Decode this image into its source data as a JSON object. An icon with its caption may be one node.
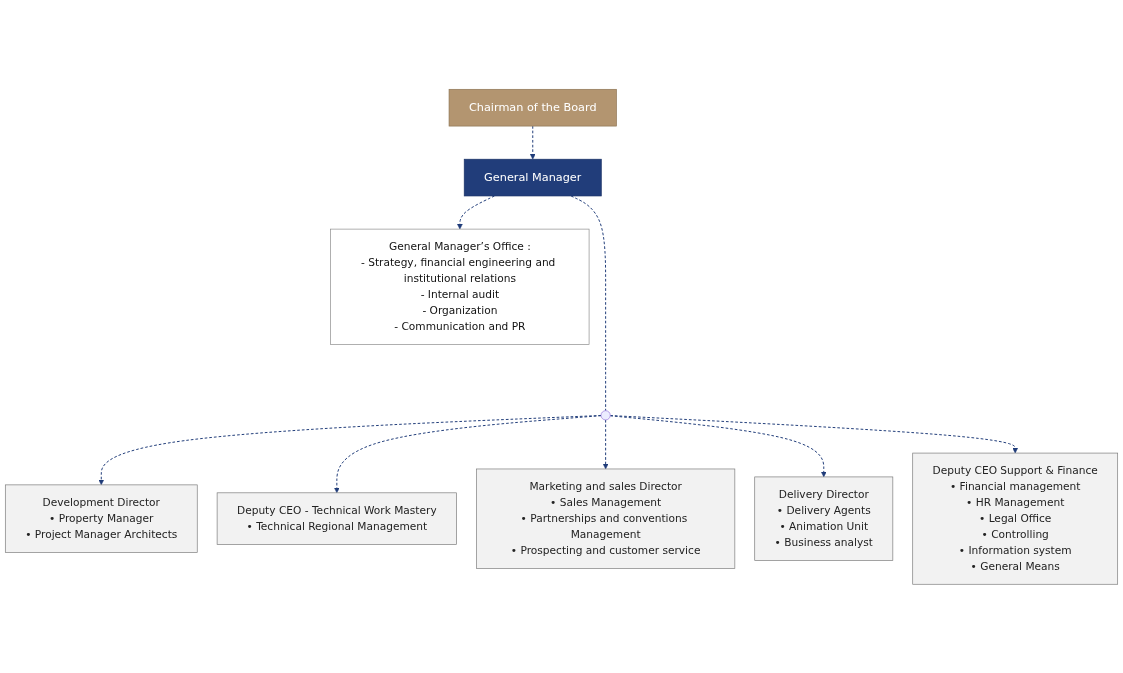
{
  "diagram": {
    "nodes": [
      {
        "text": [
          "Chairman of the Board"
        ]
      },
      {
        "text": [
          "General Manager"
        ]
      },
      {
        "text": [
          "General Manager’s Office :",
          "- Strategy, financial engineering and institutional relations",
          "- Internal audit",
          "- Organization",
          "- Communication and PR"
        ]
      },
      {
        "text": [],
        "shape": "circle"
      },
      {
        "text": [
          "Development Director",
          "• Property Manager",
          "• Project Manager Architects"
        ]
      },
      {
        "text": [
          "Deputy CEO - Technical Work Mastery",
          "• Technical Regional Management"
        ]
      },
      {
        "text": [
          "Marketing and sales Director",
          "• Sales Management",
          "• Partnerships and conventions Management",
          "• Prospecting and customer service"
        ]
      },
      {
        "text": [
          "Delivery Director",
          "• Delivery Agents",
          "• Animation Unit",
          "• Business analyst"
        ]
      },
      {
        "text": [
          "Deputy CEO Support & Finance",
          "• Financial management",
          "• HR Management",
          "• Legal Office",
          "• Controlling",
          "• Information system",
          "• General Means"
        ]
      }
    ],
    "edges": [
      {
        "from": 0,
        "to": 1,
        "arrow": "to",
        "style": "dashed"
      },
      {
        "from": 1,
        "to": 2,
        "arrow": "to",
        "style": "dashed"
      },
      {
        "from": 1,
        "to": 3,
        "arrow": "none",
        "style": "dashed"
      },
      {
        "from": 3,
        "to": 4,
        "arrow": "to",
        "style": "dashed"
      },
      {
        "from": 3,
        "to": 5,
        "arrow": "to",
        "style": "dashed"
      },
      {
        "from": 3,
        "to": 6,
        "arrow": "to",
        "style": "dashed"
      },
      {
        "from": 3,
        "to": 7,
        "arrow": "to",
        "style": "dashed"
      },
      {
        "from": 3,
        "to": 8,
        "arrow": "to",
        "style": "dashed"
      }
    ]
  }
}
